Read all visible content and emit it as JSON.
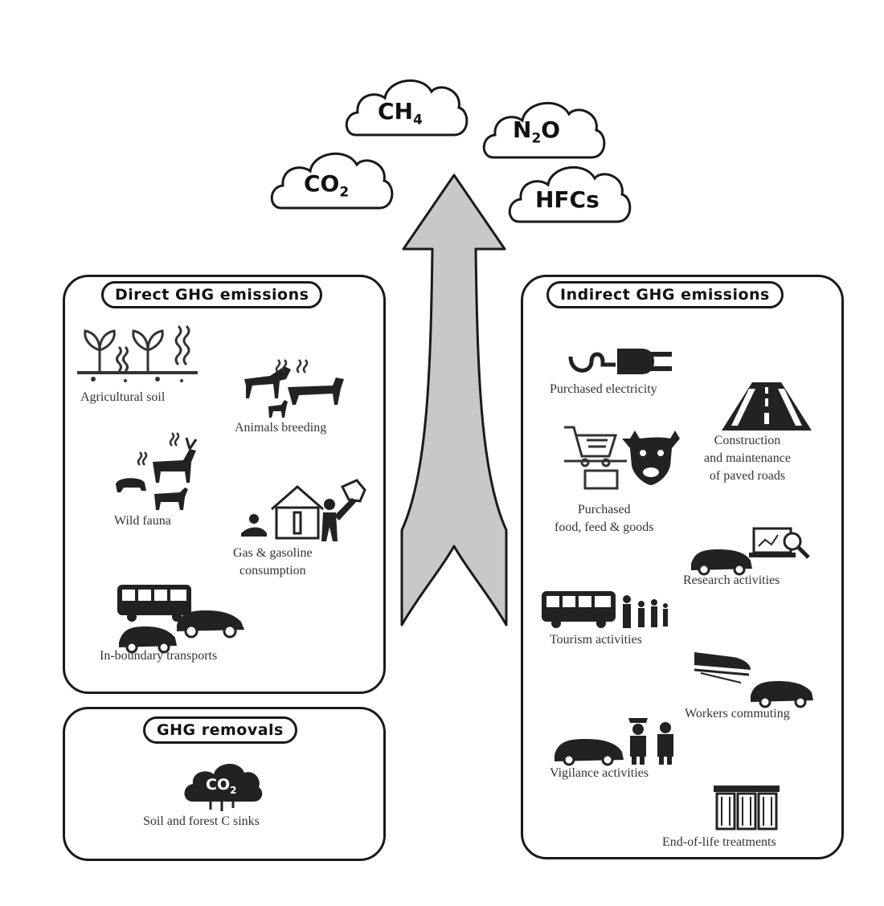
{
  "gases": {
    "ch4": {
      "base": "CH",
      "sub": "4"
    },
    "n2o": {
      "pre": "N",
      "sub": "2",
      "post": "O"
    },
    "co2": {
      "base": "CO",
      "sub": "2"
    },
    "hfcs": "HFCs"
  },
  "direct": {
    "title": "Direct GHG emissions",
    "items": {
      "agricultural_soil": "Agricultural soil",
      "animals_breeding": "Animals breeding",
      "wild_fauna": "Wild fauna",
      "gas_gasoline": [
        "Gas & gasoline",
        "consumption"
      ],
      "transports": "In-boundary transports"
    }
  },
  "removals": {
    "title": "GHG removals",
    "icon_text": {
      "base": "CO",
      "sub": "2"
    },
    "item": "Soil and forest C sinks"
  },
  "indirect": {
    "title": "Indirect GHG emissions",
    "items": {
      "electricity": "Purchased electricity",
      "roads": [
        "Construction",
        "and maintenance",
        "of paved roads"
      ],
      "food": [
        "Purchased",
        "food, feed & goods"
      ],
      "research": "Research activities",
      "tourism": "Tourism activities",
      "commuting": "Workers commuting",
      "vigilance": "Vigilance activities",
      "end_of_life": "End-of-life treatments"
    }
  }
}
